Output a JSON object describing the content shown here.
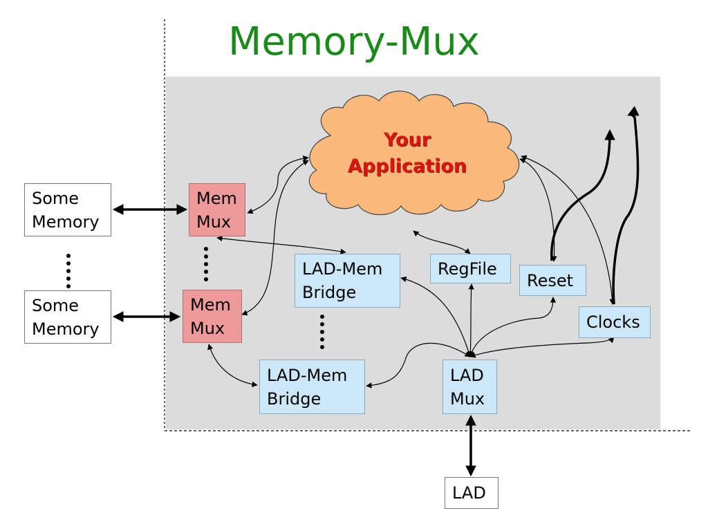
{
  "title": "Memory-Mux",
  "application": {
    "line1": "Your",
    "line2": "Application"
  },
  "nodes": {
    "some_memory_1": {
      "line1": "Some",
      "line2": "Memory"
    },
    "some_memory_2": {
      "line1": "Some",
      "line2": "Memory"
    },
    "mem_mux_1": {
      "line1": "Mem",
      "line2": "Mux"
    },
    "mem_mux_2": {
      "line1": "Mem",
      "line2": "Mux"
    },
    "lad_mem_bridge_1": {
      "line1": "LAD-Mem",
      "line2": "Bridge"
    },
    "lad_mem_bridge_2": {
      "line1": "LAD-Mem",
      "line2": "Bridge"
    },
    "regfile": {
      "label": "RegFile"
    },
    "reset": {
      "label": "Reset"
    },
    "clocks": {
      "label": "Clocks"
    },
    "lad_mux": {
      "line1": "LAD",
      "line2": "Mux"
    },
    "lad": {
      "label": "LAD"
    }
  },
  "colors": {
    "title": "#1a8a1a",
    "panel": "#dcdcdc",
    "cloud_fill": "#fbb97c",
    "cloud_text": "#d81414",
    "mux_fill": "#ef9a9a",
    "module_fill": "#cce8f8"
  }
}
